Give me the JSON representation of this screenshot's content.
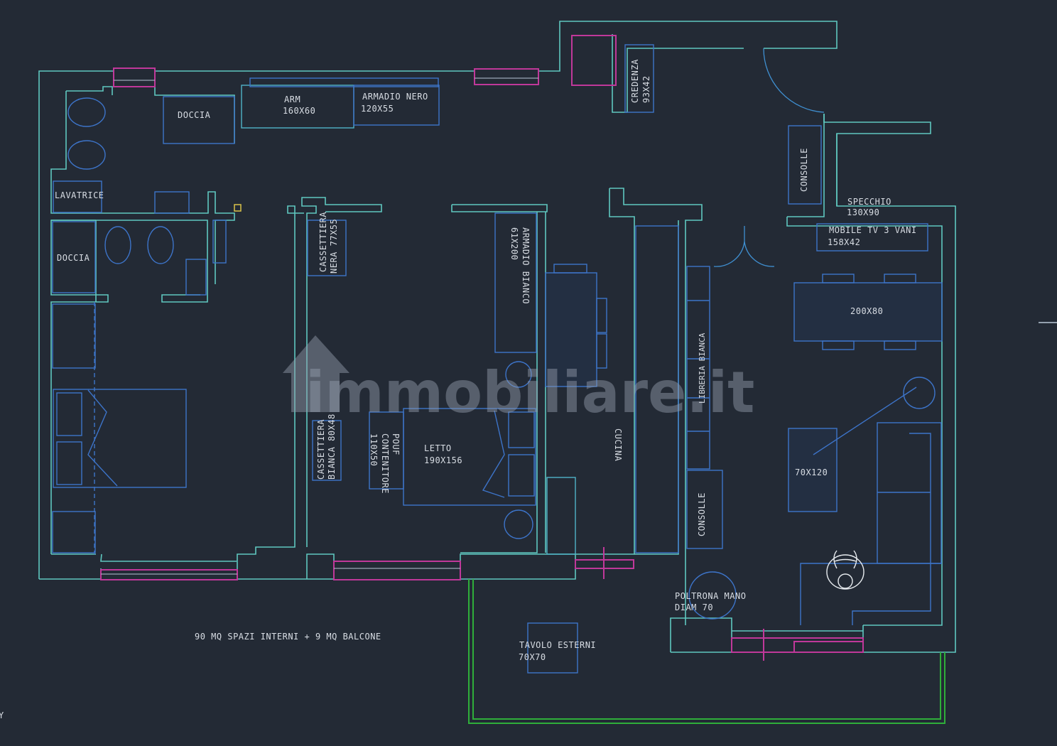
{
  "plan": {
    "summary_note": "90 MQ SPAZI INTERNI + 9 MQ BALCONE",
    "watermark": "immobiliare.it",
    "colors": {
      "background": "#232a35",
      "walls": "#5fc8c0",
      "furniture": "#3d74c9",
      "windows": "#c0389a",
      "balcony": "#2fae3a",
      "labels": "#d8dde4"
    },
    "labels": {
      "doccia_top": "DOCCIA",
      "arm_name": "ARM",
      "arm_size": "160X60",
      "armadio_nero_name": "ARMADIO NERO",
      "armadio_nero_size": "120X55",
      "credenza_name": "CREDENZA",
      "credenza_size": "93X42",
      "consolle_entry": "CONSOLLE",
      "specchio_name": "SPECCHIO",
      "specchio_size": "130X90",
      "mobile_tv_name": "MOBILE TV 3 VANI",
      "mobile_tv_size": "158X42",
      "lavatrice": "LAVATRICE",
      "doccia_bottom": "DOCCIA",
      "cassettiera_nera_name": "CASSETTIERA",
      "cassettiera_nera_size": "NERA 77X55",
      "armadio_bianco_name": "ARMADIO BIANCO",
      "armadio_bianco_size": "61X200",
      "cassettiera_bianca_name": "CASSETTIERA",
      "cassettiera_bianca_size": "BIANCA 80X48",
      "pouf_name": "POUF",
      "pouf_sub": "CONTENITORE",
      "pouf_size": "110X50",
      "letto_name": "LETTO",
      "letto_size": "190X156",
      "cucina": "CUCINA",
      "libreria": "LIBRERIA BIANCA",
      "consolle_living": "CONSOLLE",
      "tavolo_size": "200X80",
      "tavolino_size": "70X120",
      "poltrona_name": "POLTRONA MANO",
      "poltrona_size": "DIAM 70",
      "tavolo_esterni_name": "TAVOLO ESTERNI",
      "tavolo_esterni_size": "70X70"
    },
    "axis_marker": "Y"
  }
}
